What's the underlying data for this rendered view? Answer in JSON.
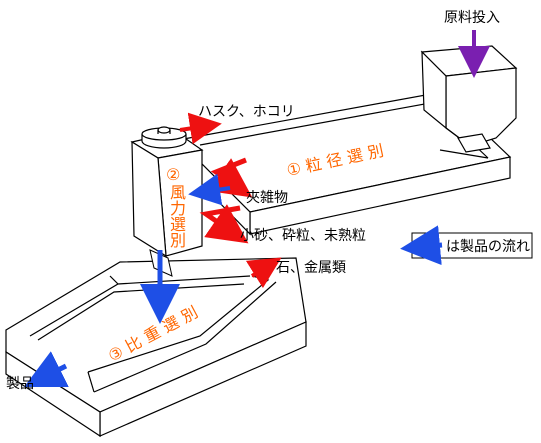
{
  "colors": {
    "product_flow": "#1e4fe6",
    "reject_flow": "#ee1111",
    "raw_input": "#7a1fb0",
    "stage_label": "#ff6600",
    "outline": "#000000"
  },
  "labels": {
    "raw_material": "原料投入",
    "husk": "ハスク、ホコリ",
    "stage1": "① 粒 径 選 別",
    "stage2_num": "②",
    "stage2_chars": [
      "風",
      "力",
      "選",
      "別"
    ],
    "foreign": "夾雑物",
    "sand": "小砂、砕粒、未熟粒",
    "stone": "石、金属類",
    "stage3": "③ 比 重 選 別",
    "product": "製品",
    "legend": "は製品の流れ"
  },
  "icons": {
    "product_arrow": "blue-arrow-icon",
    "reject_arrow": "red-arrow-icon",
    "input_arrow": "purple-arrow-icon"
  }
}
